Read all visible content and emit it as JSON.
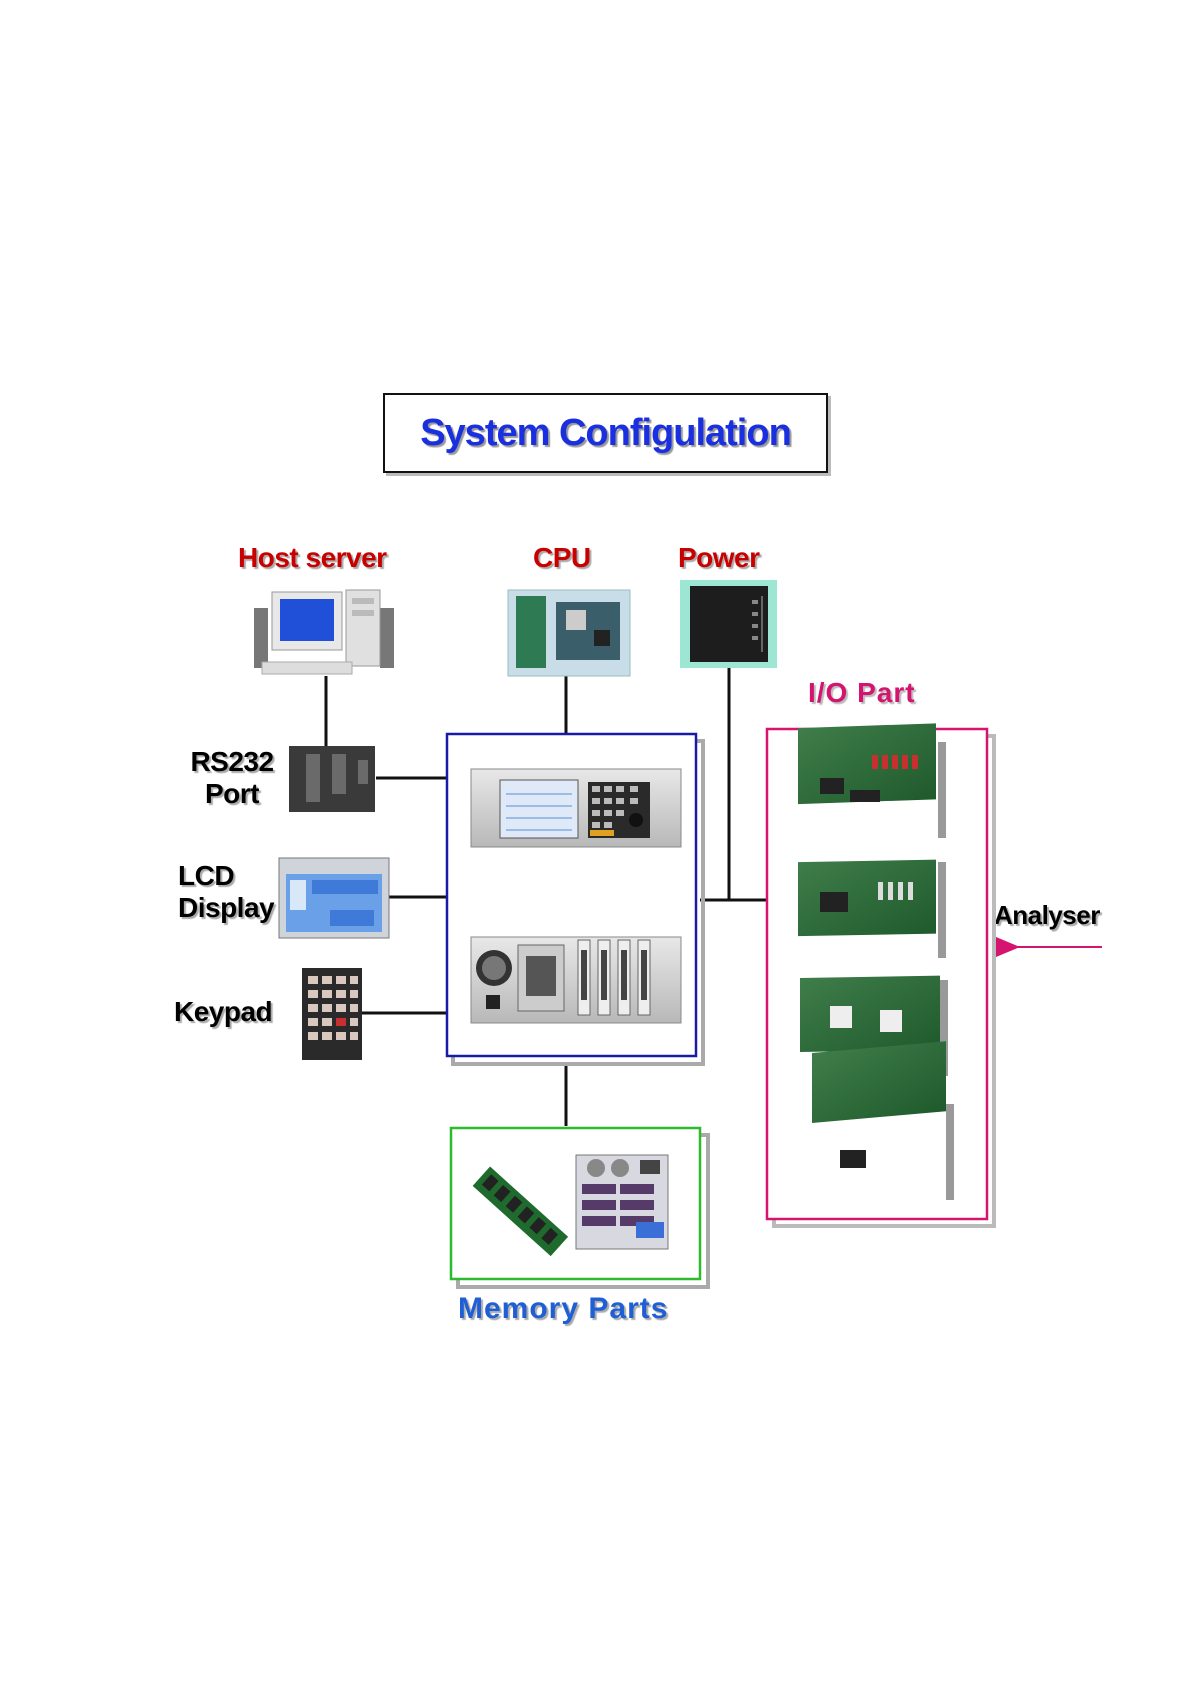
{
  "title": "System Configulation",
  "labels": {
    "host_server": "Host server",
    "cpu": "CPU",
    "power": "Power",
    "io_part": "I/O Part",
    "rs232_line1": "RS232",
    "rs232_line2": "Port",
    "lcd_line1": "LCD",
    "lcd_line2": "Display",
    "keypad": "Keypad",
    "analyser": "Analyser",
    "memory_parts": "Memory Parts"
  },
  "colors": {
    "title": "#1a2fe0",
    "label_red": "#c80000",
    "label_pink": "#d4146e",
    "label_memory": "#1f5fd6",
    "main_box": "#1a1aa8",
    "io_box": "#d4146e",
    "memory_box": "#2dbb2d",
    "connector": "#111111"
  }
}
